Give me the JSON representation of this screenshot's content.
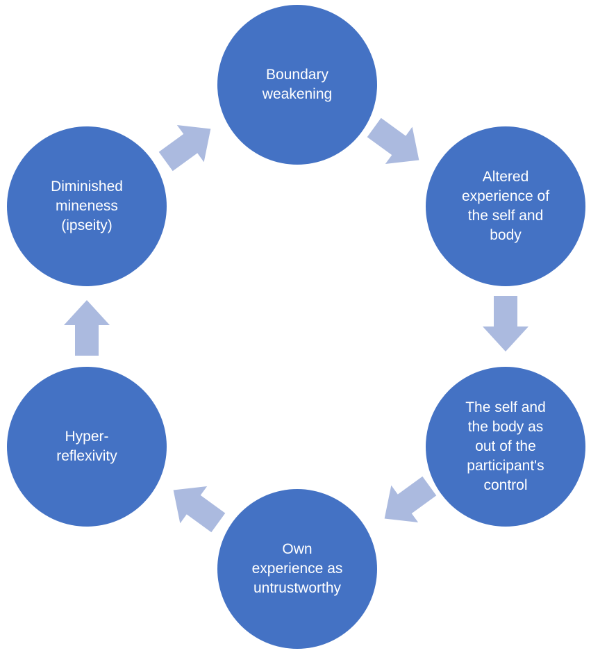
{
  "diagram": {
    "type": "cycle",
    "nodes": [
      {
        "id": "boundary-weakening",
        "label": "Boundary\nweakening"
      },
      {
        "id": "altered-experience",
        "label": "Altered\nexperience of\nthe self and\nbody"
      },
      {
        "id": "out-of-control",
        "label": "The self and\nthe body as\nout of the\nparticipant's\ncontrol"
      },
      {
        "id": "own-experience",
        "label": "Own\nexperience as\nuntrustworthy"
      },
      {
        "id": "hyper-reflexivity",
        "label": "Hyper-\nreflexivity"
      },
      {
        "id": "diminished-mineness",
        "label": "Diminished\nmineness\n(ipseity)"
      }
    ],
    "edges": [
      {
        "from": "boundary-weakening",
        "to": "altered-experience"
      },
      {
        "from": "altered-experience",
        "to": "out-of-control"
      },
      {
        "from": "out-of-control",
        "to": "own-experience"
      },
      {
        "from": "own-experience",
        "to": "hyper-reflexivity"
      },
      {
        "from": "hyper-reflexivity",
        "to": "diminished-mineness"
      },
      {
        "from": "diminished-mineness",
        "to": "boundary-weakening"
      }
    ],
    "colors": {
      "node_fill": "#4472c4",
      "node_text": "#ffffff",
      "arrow_fill": "#abbadf",
      "background": "#ffffff"
    }
  }
}
